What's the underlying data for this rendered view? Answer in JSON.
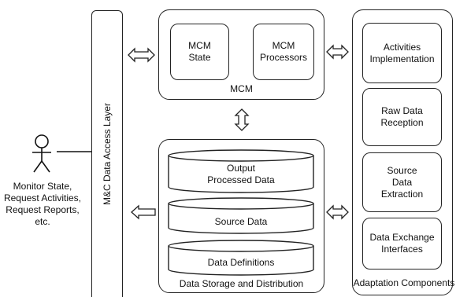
{
  "actor": {
    "label": "Monitor State,\nRequest Activities,\nRequest Reports,\netc."
  },
  "access_layer": {
    "label": "M&C Data Access Layer"
  },
  "mcm": {
    "title": "MCM",
    "state": "MCM\nState",
    "processors": "MCM\nProcessors"
  },
  "storage": {
    "title": "Data Storage and Distribution",
    "layers": [
      "Output\nProcessed Data",
      "Source Data",
      "Data Definitions"
    ]
  },
  "adaptation": {
    "title": "Adaptation Components",
    "items": [
      "Activities\nImplementation",
      "Raw Data\nReception",
      "Source\nData\nExtraction",
      "Data Exchange\nInterfaces"
    ]
  }
}
